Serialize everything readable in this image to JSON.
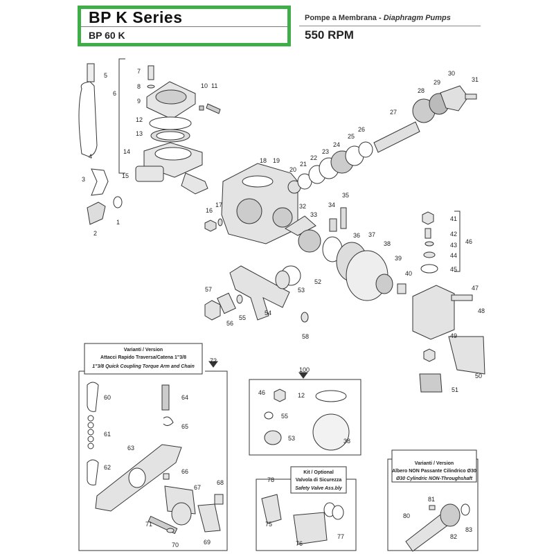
{
  "header": {
    "series_title": "BP K  Series",
    "model": "BP 60 K",
    "pump_type_it": "Pompe a Membrana - ",
    "pump_type_en": "Diaphragm Pumps",
    "rpm": "550 RPM"
  },
  "callouts": {
    "torque_arm": {
      "line1": "Varianti / Version",
      "line2": "Attacci Rapido Traversa/Catena 1\"3/8",
      "line3": "1\"3/8 Quick Coupling Torque Arm and Chain",
      "kit_number": "72"
    },
    "kit_100": {
      "kit_number": "100"
    },
    "safety_valve": {
      "line1": "Kit / Optional",
      "line2": "Valvola di Sicurezza",
      "line3": "Safety Valve Ass.bly",
      "kit_number": "78"
    },
    "shaft": {
      "line1": "Varianti / Version",
      "line2": "Albero NON Passante Cilindrico Ø30",
      "line3": "Ø30 Cylindric NON-Throughshaft"
    }
  },
  "part_labels": [
    "1",
    "2",
    "3",
    "4",
    "5",
    "6",
    "7",
    "8",
    "9",
    "10",
    "11",
    "12",
    "13",
    "14",
    "15",
    "16",
    "17",
    "18",
    "19",
    "20",
    "21",
    "22",
    "23",
    "24",
    "25",
    "26",
    "27",
    "28",
    "29",
    "30",
    "31",
    "32",
    "33",
    "34",
    "35",
    "36",
    "37",
    "38",
    "39",
    "40",
    "41",
    "42",
    "43",
    "44",
    "45",
    "46",
    "47",
    "48",
    "49",
    "50",
    "51",
    "52",
    "53",
    "54",
    "55",
    "56",
    "57",
    "58",
    "60",
    "61",
    "62",
    "63",
    "64",
    "65",
    "66",
    "67",
    "68",
    "69",
    "70",
    "71",
    "75",
    "76",
    "77",
    "80",
    "81",
    "82",
    "83"
  ],
  "colors": {
    "accent_border": "#3fae49",
    "line": "#333333",
    "part_fill": "#d8d8d8"
  }
}
